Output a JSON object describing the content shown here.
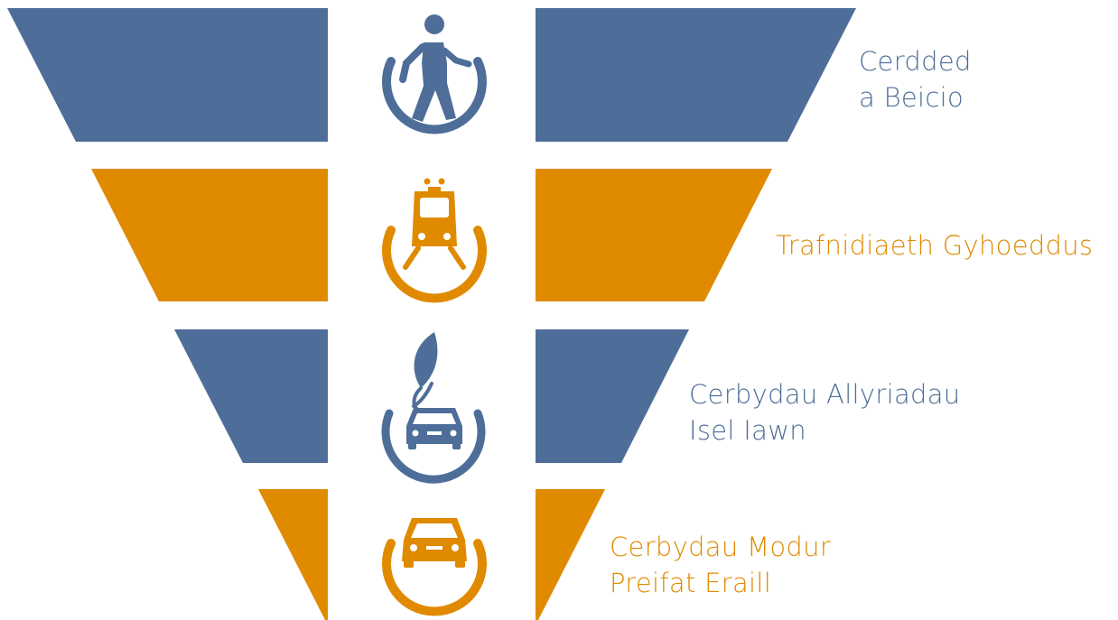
{
  "colors": {
    "blue": "#4E6E99",
    "orange": "#E08A00",
    "background": "#FFFFFF"
  },
  "tiers": [
    {
      "name": "walking-cycling",
      "color": "blue",
      "icon": "pedestrian-icon",
      "label_lines": [
        "Cerdded",
        "a Beicio"
      ]
    },
    {
      "name": "public-transport",
      "color": "orange",
      "icon": "train-icon",
      "label_lines": [
        "Trafnidiaeth Gyhoeddus"
      ]
    },
    {
      "name": "ultra-low-emission-vehicles",
      "color": "blue",
      "icon": "leaf-car-icon",
      "label_lines": [
        "Cerbydau Allyriadau",
        "Isel Iawn"
      ]
    },
    {
      "name": "other-private-motor-vehicles",
      "color": "orange",
      "icon": "car-icon",
      "label_lines": [
        "Cerbydau Modur",
        "Preifat Eraill"
      ]
    }
  ]
}
